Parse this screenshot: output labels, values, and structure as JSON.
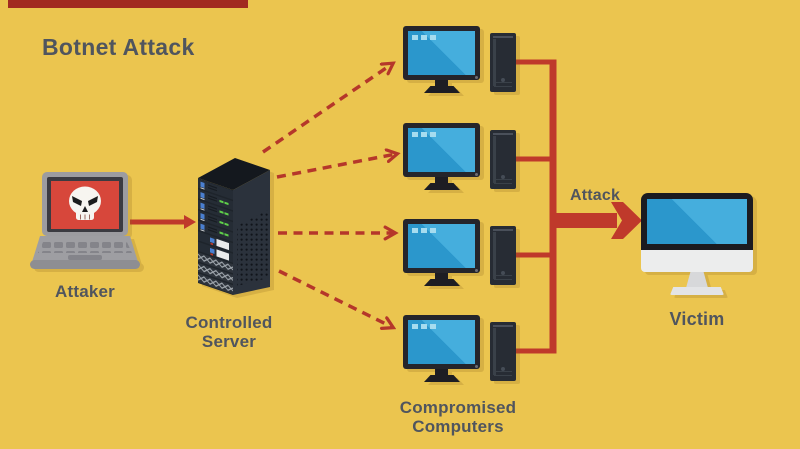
{
  "title": "Botnet Attack",
  "nodes": {
    "attacker": {
      "label": "Attaker",
      "icon": "skull-laptop-icon"
    },
    "server": {
      "label": [
        "Controlled",
        "Server"
      ],
      "icon": "server-rack-icon"
    },
    "compromised": {
      "label": [
        "Compromised",
        "Computers"
      ],
      "count": 4,
      "icon": "desktop-computer-icon"
    },
    "victim": {
      "label": "Victim",
      "icon": "imac-computer-icon"
    }
  },
  "edges": {
    "attacker_to_server": {
      "style": "solid-red-arrow"
    },
    "server_to_computers": {
      "style": "dashed-red-arrows",
      "count": 4
    },
    "computers_to_victim": {
      "label": "Attack",
      "style": "thick-red-arrow"
    }
  },
  "colors": {
    "background": "#ebc54f",
    "accent_red": "#bf392b",
    "dashed_red": "#b5372a",
    "screen_red": "#d7473b",
    "screen_blue": "#2b97cc",
    "screen_blue_light": "#45aedd",
    "screen_squares": "#a6dcef",
    "text": "#50555e",
    "top_bar_red": "#a12a20",
    "led_green": "#5fd04a",
    "led_blue": "#4a7fd0",
    "victim_white": "#eceded",
    "device_dark": "#24292f",
    "laptop_gray": "#9c9ca0"
  }
}
